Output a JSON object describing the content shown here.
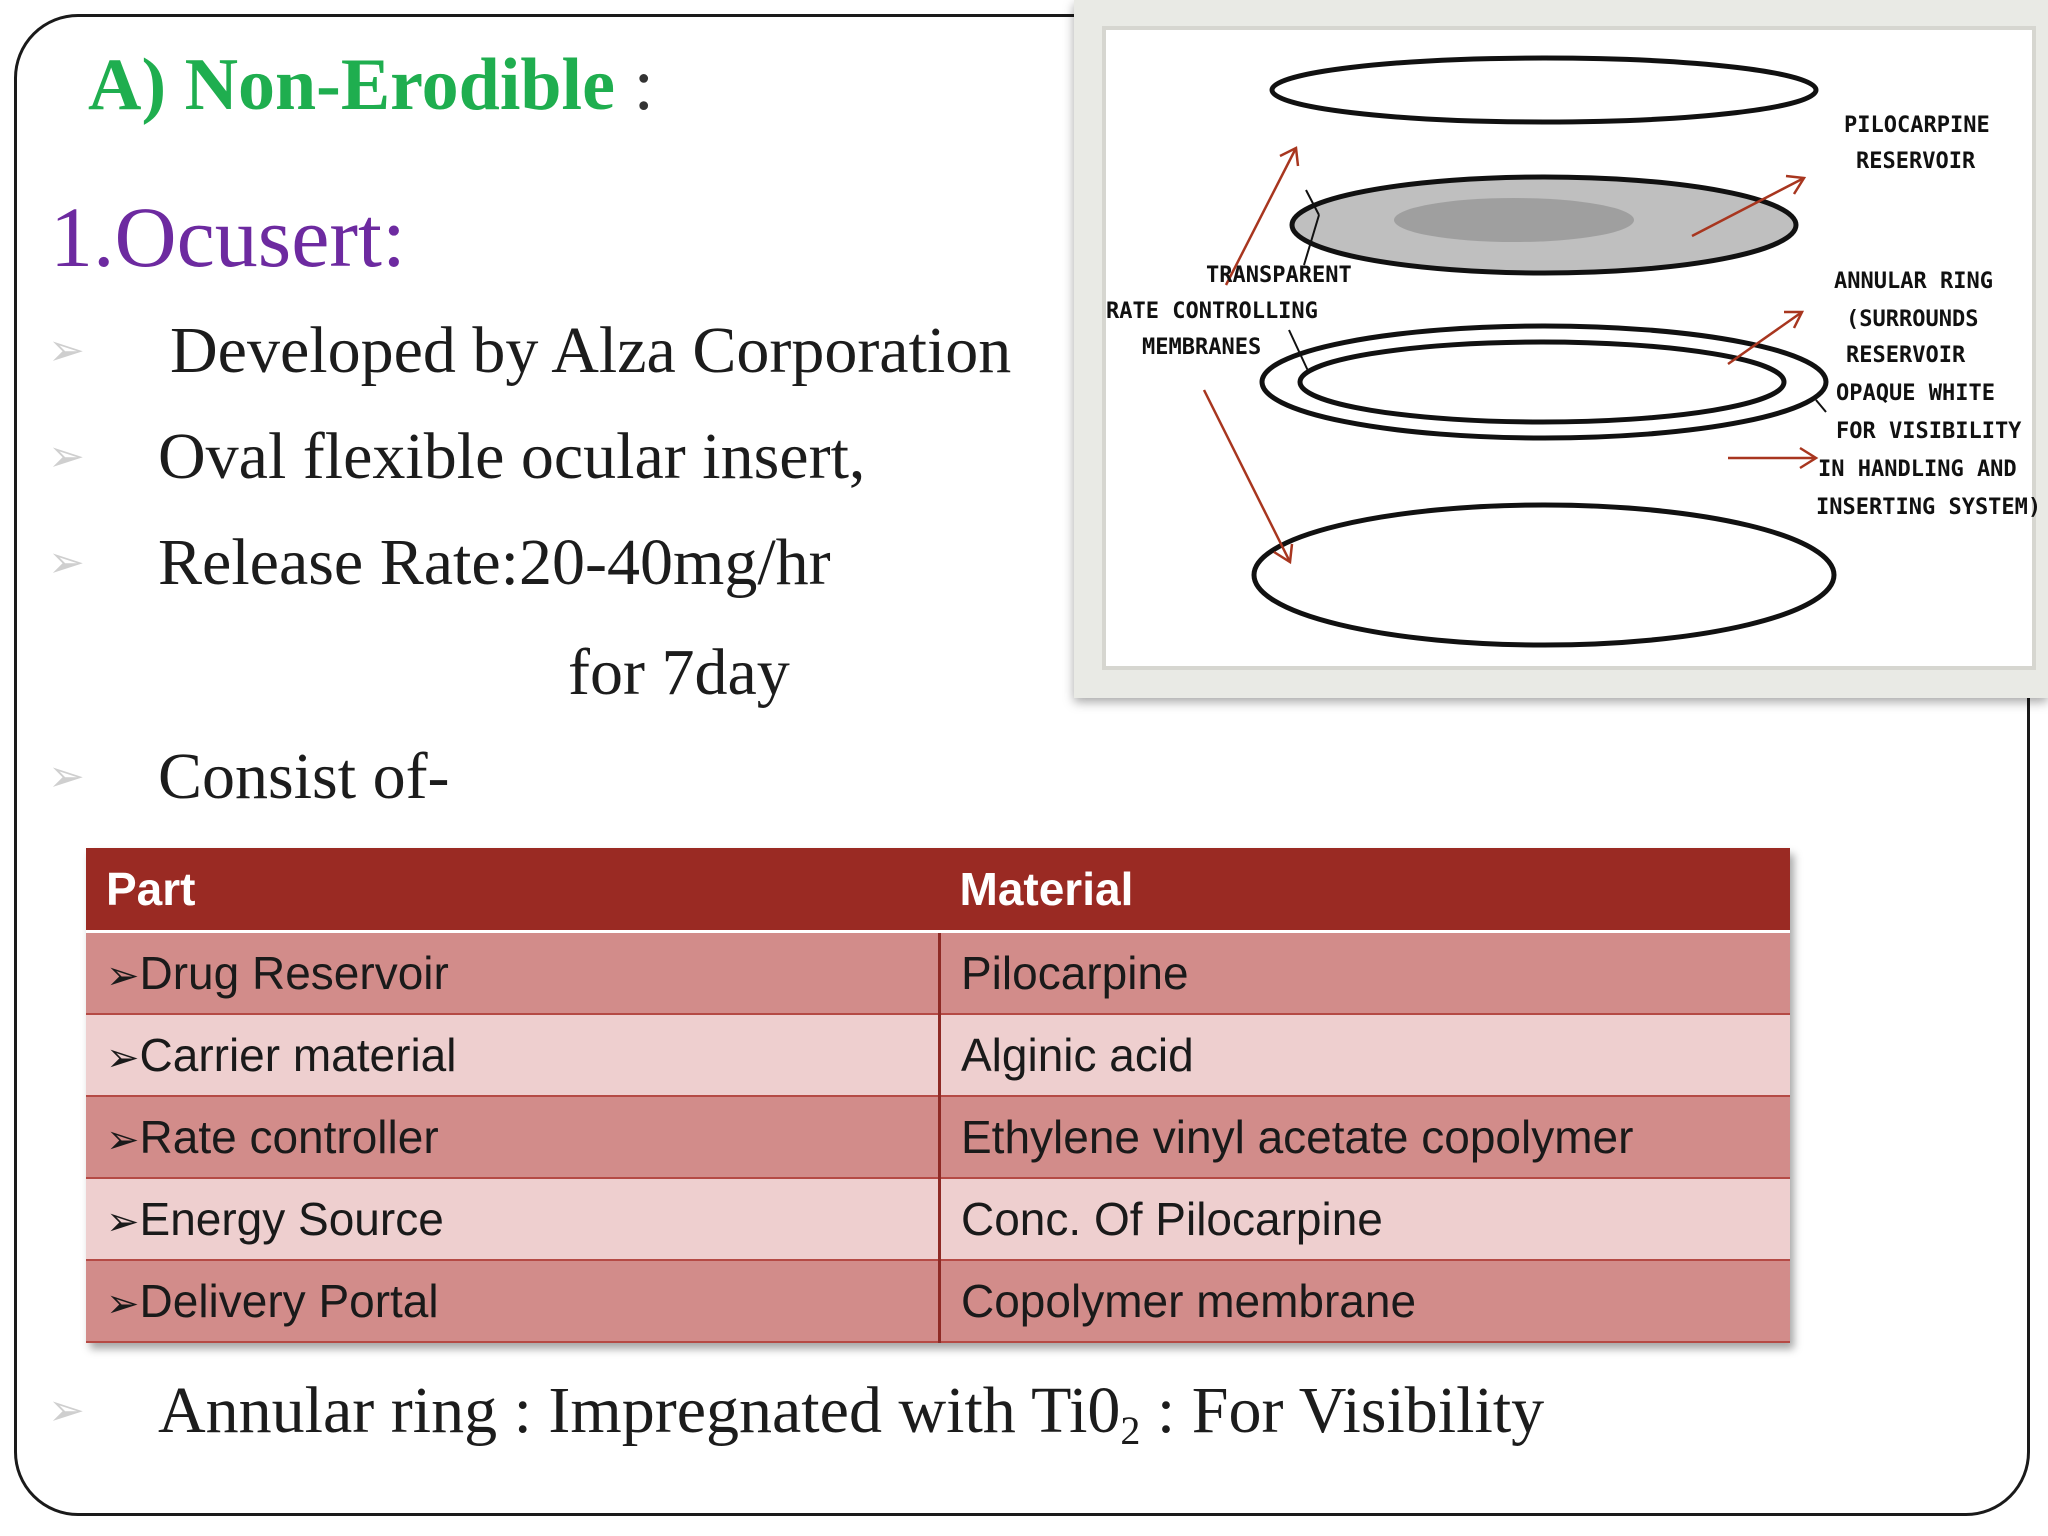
{
  "heading": {
    "label": "A) Non-Erodible",
    "colon": ":"
  },
  "title": "1.Ocusert:",
  "bullets": [
    "Developed by Alza Corporation",
    "Oval flexible ocular insert,",
    "Release Rate:20-40mg/hr",
    "Consist of-"
  ],
  "bullet_continuation": "for 7day",
  "bullet_marker": "➢",
  "annular": {
    "prefix": "Annular ring : Impregnated with Ti0",
    "sub": "2",
    "suffix": " : For Visibility"
  },
  "table": {
    "headers": [
      "Part",
      "Material"
    ],
    "row_marker": "➢",
    "rows": [
      [
        "Drug Reservoir",
        "Pilocarpine"
      ],
      [
        "Carrier material",
        "Alginic acid"
      ],
      [
        "Rate controller",
        "Ethylene vinyl acetate copolymer"
      ],
      [
        "Energy Source",
        "Conc. Of Pilocarpine"
      ],
      [
        "Delivery Portal",
        "Copolymer membrane"
      ]
    ]
  },
  "diagram": {
    "left_label": [
      "TRANSPARENT",
      "RATE CONTROLLING",
      "MEMBRANES"
    ],
    "reservoir_label": [
      "PILOCARPINE",
      "RESERVOIR"
    ],
    "ring_label": [
      "ANNULAR RING",
      "(SURROUNDS",
      "RESERVOIR",
      "OPAQUE WHITE",
      "FOR VISIBILITY",
      "IN HANDLING AND",
      "INSERTING SYSTEM)"
    ],
    "arrow_color": "#a8361f"
  }
}
